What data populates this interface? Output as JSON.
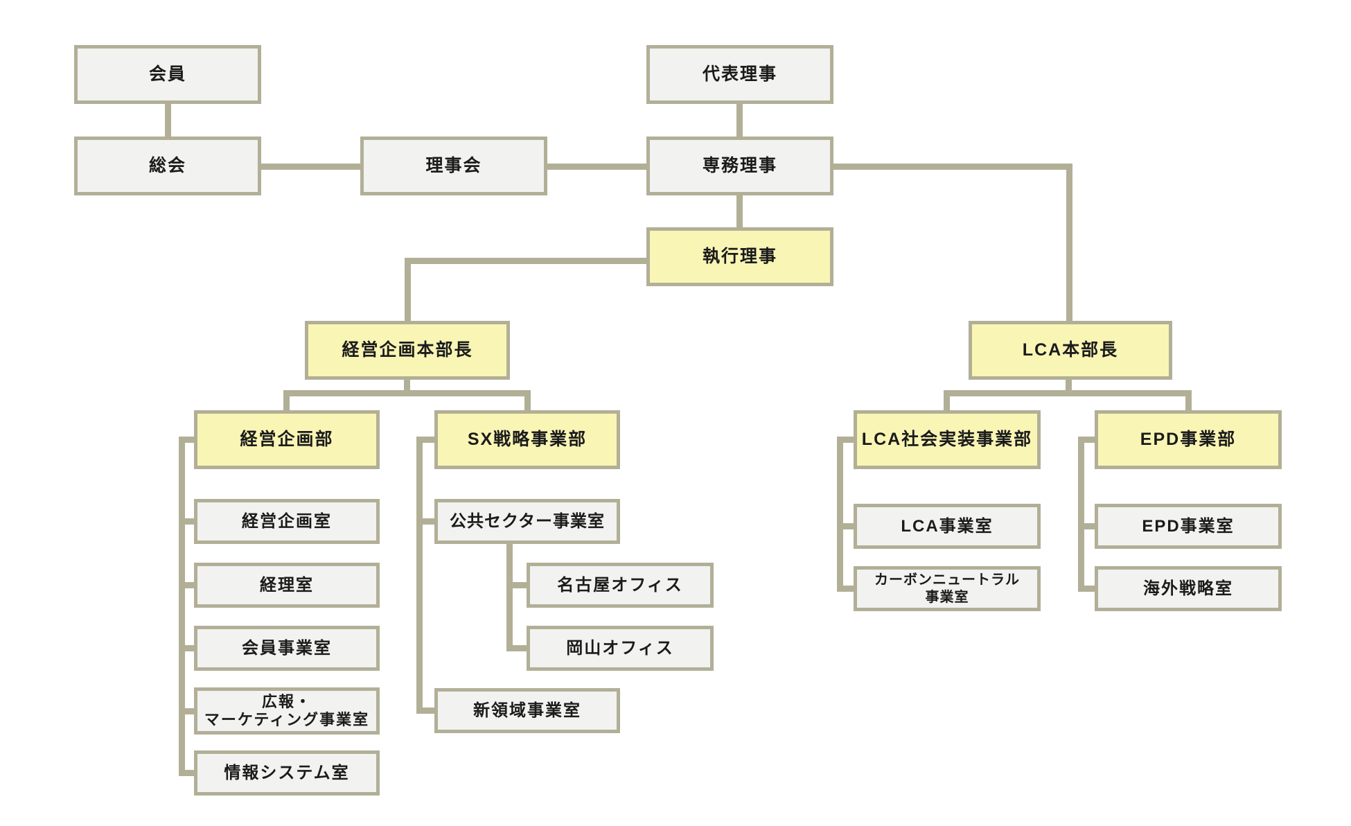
{
  "palette": {
    "border": "#b2af97",
    "line": "#b2af97",
    "box_fill": "#f2f2f1",
    "highlight_fill": "#f9f5b5",
    "text": "#1b1b1b",
    "background": "#ffffff"
  },
  "org_chart": {
    "nodes": {
      "kaiin": "会員",
      "soukai": "総会",
      "rijikai": "理事会",
      "daihyou_riji": "代表理事",
      "senmu_riji": "専務理事",
      "shikkou_riji": "執行理事",
      "keiei_kikaku_honbucho": "経営企画本部長",
      "lca_honbucho": "LCA本部長",
      "keiei_kikaku_bu": "経営企画部",
      "sx_senryaku_jigyobu": "SX戦略事業部",
      "lca_shakai_jisso_jigyobu": "LCA社会実装事業部",
      "epd_jigyobu": "EPD事業部",
      "keiei_kikaku_shitsu": "経営企画室",
      "keiri_shitsu": "経理室",
      "kaiin_jigyo_shitsu": "会員事業室",
      "koho_marketing_jigyo_shitsu": "広報・\nマーケティング事業室",
      "joho_system_shitsu": "情報システム室",
      "kokyo_sector_jigyo_shitsu": "公共セクター事業室",
      "nagoya_office": "名古屋オフィス",
      "okayama_office": "岡山オフィス",
      "shinryoiki_jigyo_shitsu": "新領域事業室",
      "lca_jigyo_shitsu": "LCA事業室",
      "carbon_neutral_jigyo_shitsu": "カーボンニュートラル\n事業室",
      "epd_jigyo_shitsu": "EPD事業室",
      "kaigai_senryaku_shitsu": "海外戦略室"
    },
    "highlighted_nodes": [
      "執行理事",
      "経営企画本部長",
      "LCA本部長",
      "経営企画部",
      "SX戦略事業部",
      "LCA社会実装事業部",
      "EPD事業部"
    ],
    "edges": [
      [
        "会員",
        "総会"
      ],
      [
        "総会",
        "理事会"
      ],
      [
        "理事会",
        "専務理事"
      ],
      [
        "代表理事",
        "専務理事"
      ],
      [
        "専務理事",
        "執行理事"
      ],
      [
        "専務理事",
        "LCA本部長"
      ],
      [
        "執行理事",
        "経営企画本部長"
      ],
      [
        "経営企画本部長",
        "経営企画部"
      ],
      [
        "経営企画本部長",
        "SX戦略事業部"
      ],
      [
        "経営企画部",
        "経営企画室"
      ],
      [
        "経営企画部",
        "経理室"
      ],
      [
        "経営企画部",
        "会員事業室"
      ],
      [
        "経営企画部",
        "広報・マーケティング事業室"
      ],
      [
        "経営企画部",
        "情報システム室"
      ],
      [
        "SX戦略事業部",
        "公共セクター事業室"
      ],
      [
        "SX戦略事業部",
        "新領域事業室"
      ],
      [
        "公共セクター事業室",
        "名古屋オフィス"
      ],
      [
        "公共セクター事業室",
        "岡山オフィス"
      ],
      [
        "LCA本部長",
        "LCA社会実装事業部"
      ],
      [
        "LCA本部長",
        "EPD事業部"
      ],
      [
        "LCA社会実装事業部",
        "LCA事業室"
      ],
      [
        "LCA社会実装事業部",
        "カーボンニュートラル事業室"
      ],
      [
        "EPD事業部",
        "EPD事業室"
      ],
      [
        "EPD事業部",
        "海外戦略室"
      ]
    ]
  }
}
